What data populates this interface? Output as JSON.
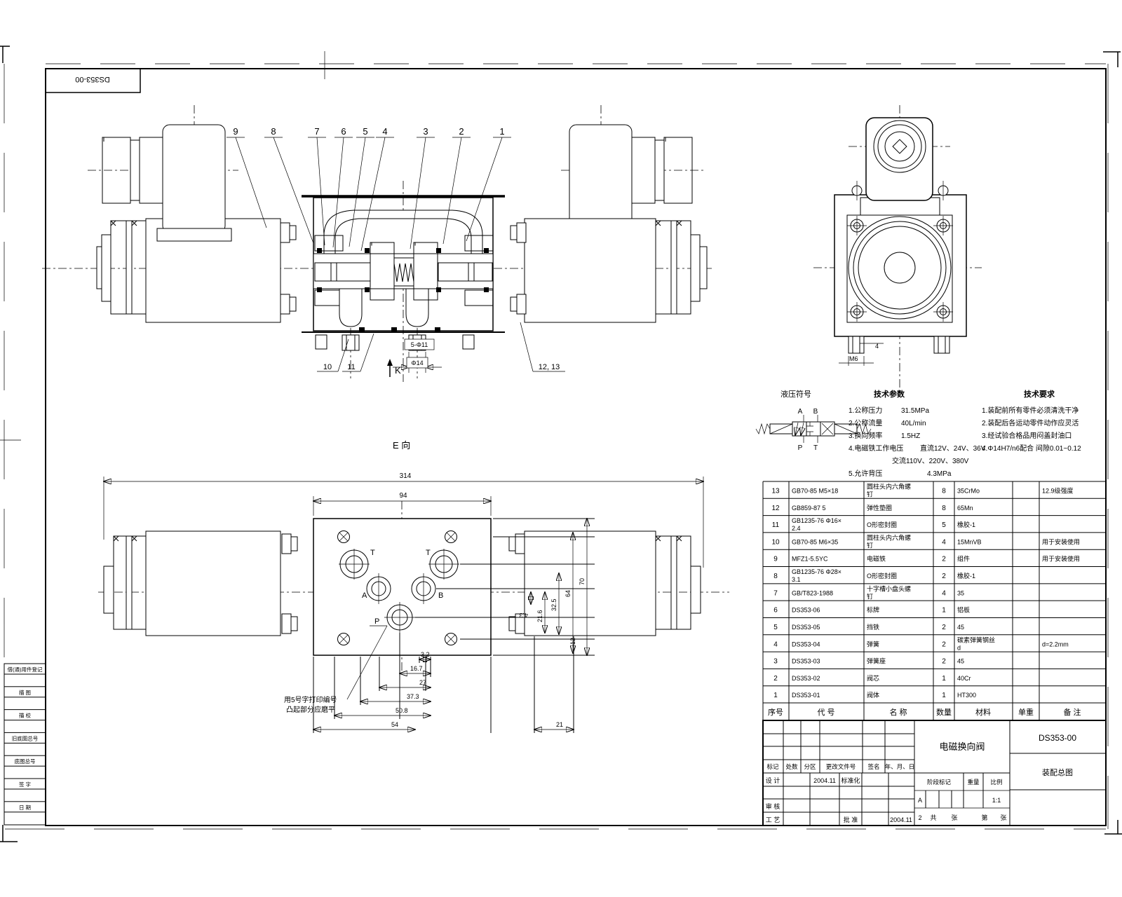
{
  "sheet": {
    "code_box": "DS353-00"
  },
  "front_view": {
    "callouts_top": [
      "9",
      "8",
      "7",
      "6",
      "5",
      "4",
      "3",
      "2",
      "1"
    ],
    "callout_10": "10",
    "callout_11": "11",
    "callout_12_13": "12, 13",
    "view_arrow": "K",
    "dim_holes": "5-Φ11",
    "dim_dia": "Φ14",
    "view_label": "E 向"
  },
  "end_view": {
    "dim_depth": "4",
    "dim_thread": "M6"
  },
  "bottom_view": {
    "ports": {
      "t1": "T",
      "t2": "T",
      "a": "A",
      "b": "B",
      "p": "P"
    },
    "dims": {
      "overall": "314",
      "plate": "94",
      "b1": "3.2",
      "b2": "16.7",
      "b3": "27",
      "b4": "37.3",
      "b5": "50.8",
      "b6": "54",
      "b7": "21",
      "r1": "4.3",
      "r2": "21.6",
      "r3": "32.5",
      "r4": "64",
      "r5": "70",
      "r6": "12"
    },
    "note_line1": "用5号字打印编号",
    "note_line2": "凸起部分应磨平"
  },
  "symbol": {
    "header": "液压符号",
    "a": "A",
    "b": "B",
    "p": "P",
    "t": "T"
  },
  "tech_params": {
    "header": "技术参数",
    "rows": [
      {
        "t": "1.公称压力",
        "v": "31.5MPa"
      },
      {
        "t": "2.公称流量",
        "v": "40L/min"
      },
      {
        "t": "3.换向频率",
        "v": "1.5HZ"
      },
      {
        "t": "4.电磁铁工作电压",
        "v": "直流12V、24V、36V"
      },
      {
        "t": "",
        "v": "交流110V、220V、380V"
      },
      {
        "t": "5.允许背压",
        "v": "4.3MPa"
      }
    ]
  },
  "tech_reqs": {
    "header": "技术要求",
    "lines": [
      "1.装配前所有零件必须清洗干净",
      "2.装配后各运动零件动作应灵活",
      "3.经试验合格品用闷盖封油口",
      "4.Φ14H7/n6配合 间隙0.01~0.12"
    ]
  },
  "bom": {
    "headers": {
      "seq": "序号",
      "code": "代  号",
      "name": "名  称",
      "qty": "数量",
      "material": "材料",
      "weight": "单重",
      "remark": "备  注"
    },
    "rows": [
      [
        "13",
        "GB70-85 M5×18",
        "圆柱头内六角螺钉",
        "8",
        "35CrMo",
        "",
        "12.9级强度"
      ],
      [
        "12",
        "GB859-87 5",
        "弹性垫圈",
        "8",
        "65Mn",
        "",
        ""
      ],
      [
        "11",
        "GB1235-76 Φ16×2.4",
        "O形密封圈",
        "5",
        "橡胶-1",
        "",
        ""
      ],
      [
        "10",
        "GB70-85 M6×35",
        "圆柱头内六角螺钉",
        "4",
        "15MnVB",
        "",
        "用于安装使用"
      ],
      [
        "9",
        "MFZ1-5.5YC",
        "电磁铁",
        "2",
        "组件",
        "",
        "用于安装使用"
      ],
      [
        "8",
        "GB1235-76 Φ28×3.1",
        "O形密封圈",
        "2",
        "橡胶-1",
        "",
        ""
      ],
      [
        "7",
        "GB/T823-1988",
        "十字槽小盘头螺钉",
        "4",
        "35",
        "",
        ""
      ],
      [
        "6",
        "DS353-06",
        "标牌",
        "1",
        "铝板",
        "",
        ""
      ],
      [
        "5",
        "DS353-05",
        "挡铁",
        "2",
        "45",
        "",
        ""
      ],
      [
        "4",
        "DS353-04",
        "弹簧",
        "2",
        "碳素弹簧钢丝d",
        "",
        "d=2.2mm"
      ],
      [
        "3",
        "DS353-03",
        "弹簧座",
        "2",
        "45",
        "",
        ""
      ],
      [
        "2",
        "DS353-02",
        "阀芯",
        "1",
        "40Cr",
        "",
        ""
      ],
      [
        "1",
        "DS353-01",
        "阀体",
        "1",
        "HT300",
        "",
        ""
      ]
    ]
  },
  "title_block": {
    "title": "电磁换向阀",
    "drawing_no": "DS353-00",
    "doc_type": "装配总图",
    "mark": "标记",
    "count": "处数",
    "zone": "分区",
    "change_doc": "更改文件号",
    "sign": "签名",
    "date_col": "年、月、日",
    "design": "设 计",
    "design_date": "2004.11",
    "standard": "标准化",
    "check": "审 核",
    "process": "工 艺",
    "approve": "批 准",
    "approve_date": "2004.11",
    "stage": "阶段标记",
    "weight": "重量",
    "scale": "比例",
    "stage_value": "A",
    "scale_value": "1:1",
    "sheet_row": [
      "2",
      "共",
      "张",
      "第",
      "张"
    ]
  },
  "margin_labels": [
    "借(通)用件登记",
    "描 图",
    "描 校",
    "旧底图总号",
    "底图总号",
    "签 字",
    "日 期"
  ]
}
